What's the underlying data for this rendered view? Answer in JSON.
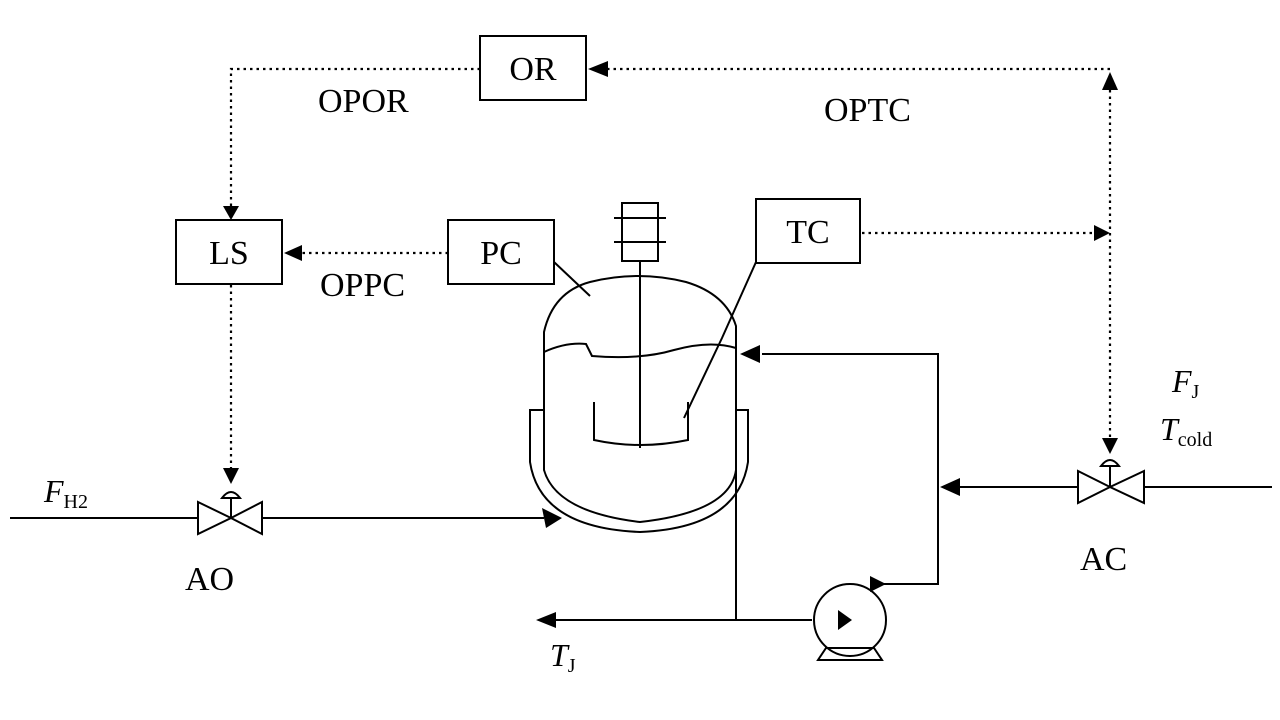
{
  "blocks": {
    "or": "OR",
    "ls": "LS",
    "pc": "PC",
    "tc": "TC"
  },
  "signals": {
    "opor": "OPOR",
    "optc": "OPTC",
    "oppc": "OPPC"
  },
  "valves": {
    "ao": "AO",
    "ac": "AC"
  },
  "streams": {
    "hydrogen_main": "F",
    "hydrogen_sub": "H2",
    "jacket_flow_main": "F",
    "jacket_flow_sub": "J",
    "cold_temp_main": "T",
    "cold_temp_sub": "cold",
    "jacket_temp_main": "T",
    "jacket_temp_sub": "J"
  }
}
